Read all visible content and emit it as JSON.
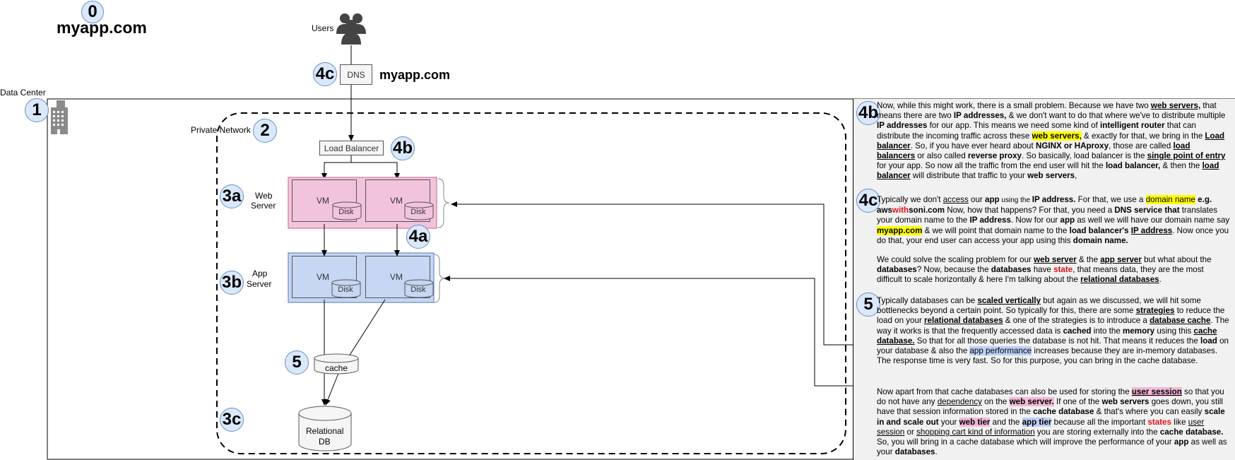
{
  "title": {
    "number": "0",
    "domain": "myapp.com"
  },
  "users": {
    "label": "Users"
  },
  "dns": {
    "badge": "4c",
    "label": "DNS",
    "domain": "myapp.com"
  },
  "data_center": {
    "badge": "1",
    "label": "Data Center"
  },
  "private_network": {
    "badge": "2",
    "label": "Private Network"
  },
  "load_balancer": {
    "badge": "4b",
    "label": "Load Balancer"
  },
  "web_tier": {
    "badge": "3a",
    "label_line1": "Web",
    "label_line2": "Server",
    "extra_badge": "4a"
  },
  "app_tier": {
    "badge": "3b",
    "label_line1": "App",
    "label_line2": "Server"
  },
  "vm_label": "VM",
  "disk_label": "Disk",
  "cache": {
    "badge": "5",
    "label": "cache"
  },
  "database": {
    "badge": "3c",
    "label_line1": "Relational",
    "label_line2": "DB"
  },
  "colors": {
    "web_fill": "#f2c4dc",
    "web_border": "#d98bb3",
    "app_fill": "#c6d6f3",
    "app_border": "#7e9fd6",
    "badge_fill": "#dae8fc",
    "badge_border": "#6c8ebf",
    "notes_bg": "#f1f1f1",
    "highlight_yellow": "#ffff00",
    "highlight_pink": "#f3b8d6",
    "highlight_blue": "#bcd0f7",
    "state_red": "#e0101a"
  },
  "notes": {
    "p4b": {
      "badge": "4b",
      "t1": "Now, while this might work, there is a small problem. Because we have two ",
      "t2": "web servers,",
      "t3": " that means there are two ",
      "t4": "IP addresses,",
      "t5": " & we don't want to do that where we've to distribute multiple ",
      "t6": "IP addresses",
      "t7": " for our app. This means we need some kind of ",
      "t8": "intelligent router",
      "t9": " that can distribute the incoming traffic across these ",
      "t10": "web servers,",
      "t11": " & exactly for that, we bring in the ",
      "t12": "Load balancer",
      "t13": ". So, if you have ever heard about ",
      "t14": "NGINX or HAproxy",
      "t15": ", those are called ",
      "t16": "load balancers",
      "t17": " or also called ",
      "t18": "reverse proxy",
      "t19": ". So basically, load balancer is the ",
      "t20": "single point of entry",
      "t21": " for your app. So now all the traffic from the end user will hit the ",
      "t22": "load balancer,",
      "t23": " & then the ",
      "t24": "load balancer",
      "t25": " will distribute that traffic to your ",
      "t26": "web servers",
      "t27": ","
    },
    "p4c": {
      "badge": "4c",
      "t1": "Typically we don't ",
      "t2": "access",
      "t3": " our ",
      "t4": "app",
      "t5": " using the ",
      "t6": "IP address.",
      "t7": " For that, we use a ",
      "t8": "domain name",
      "t9": " e.g.",
      "t10": "aws",
      "t11": "with",
      "t12": "soni.com",
      "t13": " Now, how that happens? For that, you need a ",
      "t14": "DNS service that",
      "t15": " translates your domain name to the ",
      "t16": "IP address",
      "t17": ". Now for our ",
      "t18": "app",
      "t19": " as well we will have our domain name say ",
      "t20": "myapp.com",
      "t21": " & we will point that domain name to the ",
      "t22": "load balancer's",
      "t23": "IP address",
      "t24": ". Now once you do that, your end user can access your app using this ",
      "t25": "domain name."
    },
    "pdb": {
      "t1": "We could solve the scaling problem for our ",
      "t2": "web server",
      "t3": " & the ",
      "t4": "app server",
      "t5": " but what about the ",
      "t6": "databases",
      "t7": "? Now, because the ",
      "t8": "databases",
      "t9": " have ",
      "t10": "state",
      "t11": ", that means data,  they are the most difficult to scale horizontally & here I'm talking about the ",
      "t12": "relational databases",
      "t13": "."
    },
    "p5": {
      "badge": "5",
      "t1": "Typically databases can be ",
      "t2": "scaled vertically",
      "t3": " but again as we discussed, we will hit some bottlenecks beyond a certain point. So typically for this, there are some ",
      "t4": "strategies",
      "t5": " to reduce the load on your ",
      "t6": "relational databases",
      "t7": " & one of the strategies is to introduce a ",
      "t8": "database cache",
      "t9": ". The way it works is that the frequently accessed data is ",
      "t10": "cached",
      "t11": " into the ",
      "t12": "memory",
      "t13": " using this ",
      "t14": "cache database.",
      "t15": " So that for all those queries the database is not hit. That means it reduces the ",
      "t16": "load",
      "t17": " on your database & also the ",
      "t18": "app performance",
      "t19": " increases because they are in-memory databases. The response time is very fast. So for this purpose, you can bring in the cache database."
    },
    "psess": {
      "t1": "Now apart from that cache databases can also be used for storing the ",
      "t2": "user session",
      "t3": " so that you do not have any ",
      "t4": "dependency",
      "t5": " on the ",
      "t6": "web server.",
      "t7": " If one of the ",
      "t8": "web servers",
      "t9": " goes down, you still have that session information stored in the ",
      "t10": "cache database",
      "t11": " & that's where you can easily ",
      "t12": "scale in and scale out",
      "t13": " your ",
      "t14": "web tier",
      "t15": " and the ",
      "t16": "app tier",
      "t17": " because all the important ",
      "t18": "states",
      "t19": " like ",
      "t20": "user session",
      "t21": " or ",
      "t22": "shopping cart kind of information",
      "t23": " you are storing externally into the ",
      "t24": "cache database.",
      "t25": " So, you will bring in a cache database which will improve the performance of your ",
      "t26": "app",
      "t27": " as well as your ",
      "t28": "databases",
      "t29": "."
    }
  }
}
